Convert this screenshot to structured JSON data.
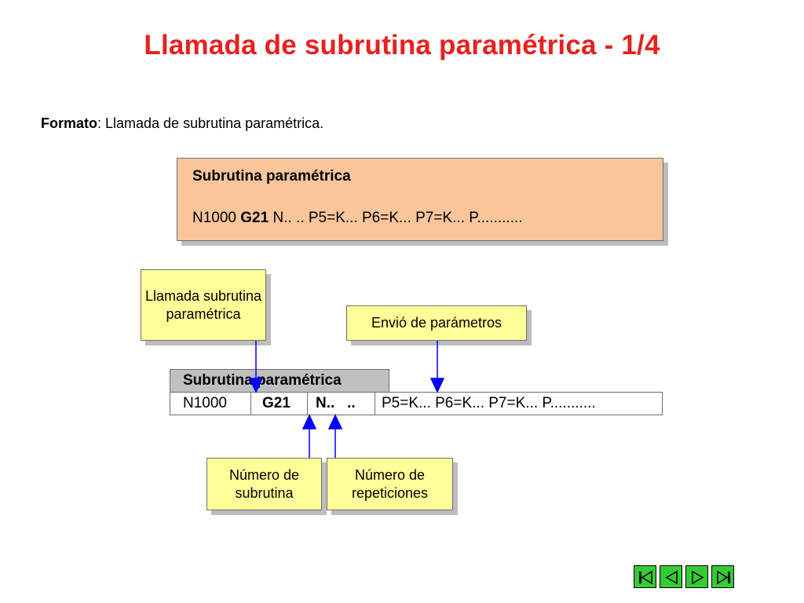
{
  "title": "Llamada de subrutina paramétrica - 1/4",
  "format": {
    "label": "Formato",
    "text": ": Llamada de subrutina paramétrica."
  },
  "orange_box": {
    "title": "Subrutina paramétrica",
    "code_prefix": "N1000 ",
    "code_bold": "G21",
    "code_suffix": " N.. .. P5=K... P6=K... P7=K... P..........."
  },
  "notes": {
    "llamada": "Llamada subrutina paramétrica",
    "envio": "Envió de parámetros",
    "numero_subrutina": "Número de subrutina",
    "numero_repeticiones": "Número de repeticiones"
  },
  "table": {
    "header": "Subrutina paramétrica",
    "cells": [
      "N1000",
      "G21",
      "N..   ..",
      "P5=K... P6=K... P7=K... P..........."
    ]
  },
  "colors": {
    "title": "#e8201f",
    "orange": "#fbc59b",
    "note": "#ffff99",
    "arrow": "#0000ff",
    "nav": "#33cc33"
  },
  "nav": {
    "icons": [
      "first-icon",
      "previous-icon",
      "next-icon",
      "last-icon"
    ]
  }
}
